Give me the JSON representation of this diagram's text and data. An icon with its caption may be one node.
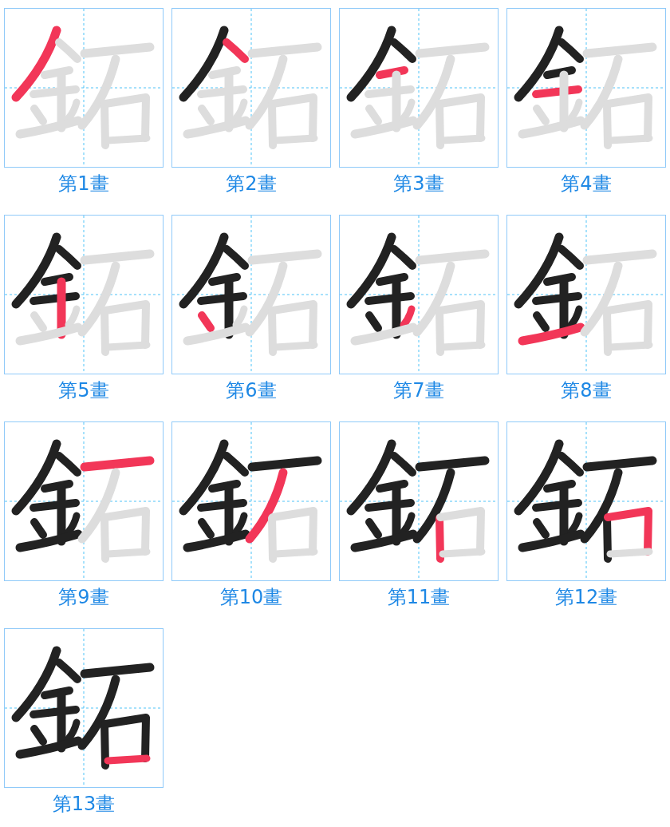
{
  "diagram": {
    "nodes": [
      {
        "text": [
          "第1畫"
        ]
      },
      {
        "text": [
          "第2畫"
        ]
      },
      {
        "text": [
          "第3畫"
        ]
      },
      {
        "text": [
          "第4畫"
        ]
      },
      {
        "text": [
          "第5畫"
        ]
      },
      {
        "text": [
          "第6畫"
        ]
      },
      {
        "text": [
          "第7畫"
        ]
      },
      {
        "text": [
          "第8畫"
        ]
      },
      {
        "text": [
          "第9畫"
        ]
      },
      {
        "text": [
          "第10畫"
        ]
      },
      {
        "text": [
          "第11畫"
        ]
      },
      {
        "text": [
          "第12畫"
        ]
      },
      {
        "text": [
          "第13畫"
        ]
      }
    ]
  }
}
